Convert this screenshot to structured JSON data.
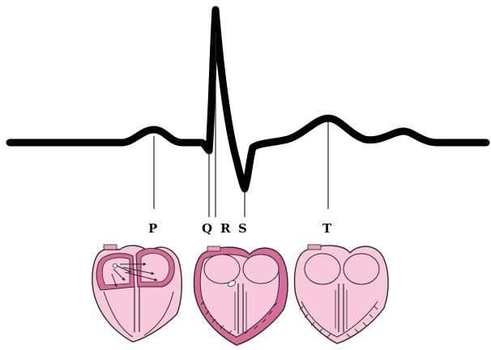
{
  "waveform": {
    "labels": [
      "P",
      "Q",
      "R",
      "S",
      "T"
    ],
    "line_color": "#000000"
  },
  "colors": {
    "heart_fill": "#f7c9db",
    "heart_dark": "#d96b9a",
    "heart_mid": "#eaa2c0",
    "outline": "#2a2a2a"
  },
  "hearts": [
    {
      "phase": "atrial-depolarization"
    },
    {
      "phase": "ventricular-depolarization"
    },
    {
      "phase": "ventricular-repolarization"
    }
  ]
}
